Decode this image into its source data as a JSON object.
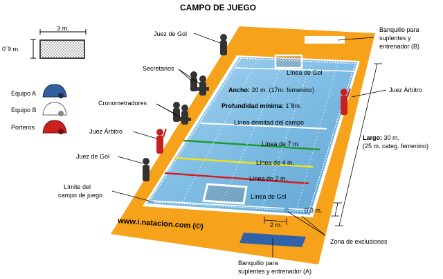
{
  "title": "CAMPO DE JUEGO",
  "goal_detail": {
    "width": "3 m.",
    "height": "0´9 m."
  },
  "legend": [
    {
      "label": "Equipo A",
      "color": "#2f5f9f"
    },
    {
      "label": "Equipo B",
      "color": "#ffffff"
    },
    {
      "label": "Porteros",
      "color": "#cc1f1f"
    }
  ],
  "labels": {
    "juez_gol_top": "Juez de Gol",
    "secretarios": "Secretarios",
    "cronometradores": "Cronometradores",
    "juez_arbitro_left": "Juez Árbitro",
    "juez_gol_left": "Juez de Gol",
    "limite_line1": "Límite del",
    "limite_line2": "campo de juego",
    "banquillo_b_line1": "Banquillo para",
    "banquillo_b_line2": "suplentes y",
    "banquillo_b_line3": "entrenador (B)",
    "juez_arbitro_right": "Juez Árbitro",
    "largo_bold": "Largo:",
    "largo_value": " 30 m.",
    "largo_note": "(25 m. categ. femenino)",
    "zona_exclusiones": "Zona de exclusiones",
    "banquillo_a_line1": "Banquillo para",
    "banquillo_a_line2": "suplentes y entrenador (A)",
    "ancho_bold": "Ancho:",
    "ancho_value": " 20 m. (17m. femenino)",
    "profundidad_bold": "Profundidad mínima:",
    "profundidad_value": " 1´8m.",
    "linea_gol_top": "Línea de Gol",
    "linea_mitad": "Línea demitad del campo",
    "linea_7": "Línea de 7 m.",
    "linea_4": "Línea de 4 m.",
    "linea_2": "Línea de 2 m.",
    "linea_gol_bottom": "Línea de Gol",
    "dim_03": "0´3 m.",
    "dim_2": "2 m.",
    "website": "www.i.natacion.com (©)"
  },
  "colors": {
    "deck": "#f7a21b",
    "pool": "#7fbde4",
    "line_7": "#1e9a2e",
    "line_4": "#f2e21a",
    "line_2": "#d51d1d",
    "bench": "#2f62a8"
  }
}
